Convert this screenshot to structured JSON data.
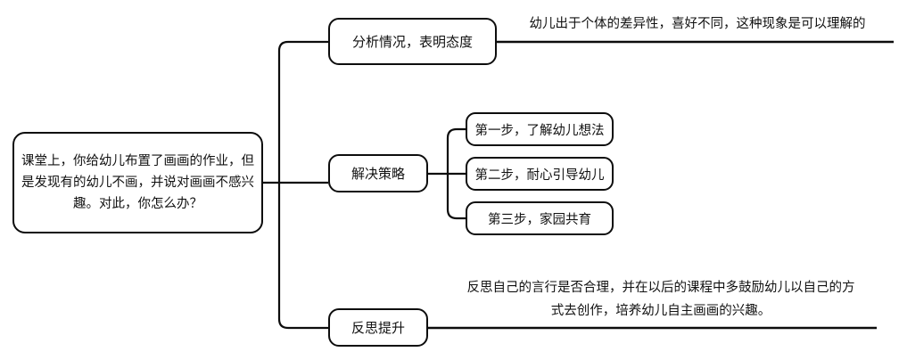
{
  "diagram": {
    "type": "mind-map",
    "orientation": "left-to-right",
    "colors": {
      "background": "#ffffff",
      "stroke": "#0d0d0d",
      "text": "#111111"
    },
    "root": {
      "label": "课堂上，你给幼儿布置了画画的作业，但是发现有的幼儿不画，并说对画画不感兴趣。对此，你怎么办？"
    },
    "branches": [
      {
        "id": "analyze",
        "label": "分析情况，表明态度",
        "note": {
          "lines": [
            "幼儿出于个体的差异性，喜好不同，这种现象是可以理解的"
          ]
        }
      },
      {
        "id": "strategy",
        "label": "解决策略",
        "children": [
          {
            "id": "step-1",
            "label": "第一步，了解幼儿想法"
          },
          {
            "id": "step-2",
            "label": "第二步，耐心引导幼儿"
          },
          {
            "id": "step-3",
            "label": "第三步，家园共育"
          }
        ]
      },
      {
        "id": "reflect",
        "label": "反思提升",
        "note": {
          "lines": [
            "反思自己的言行是否合理，并在以后的课程中多鼓励幼儿以自己的方",
            "式去创作，培养幼儿自主画画的兴趣。"
          ]
        }
      }
    ]
  }
}
